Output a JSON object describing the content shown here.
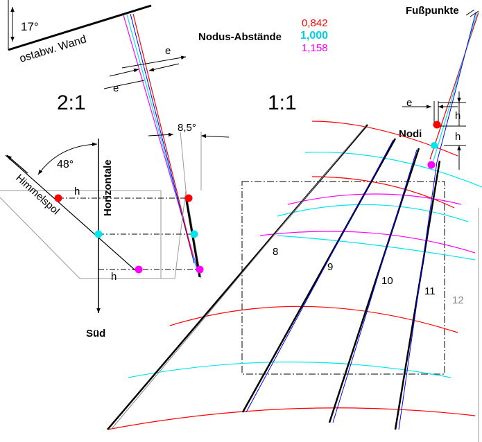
{
  "labels": {
    "wall_angle": "17°",
    "wall": "ostabw. Wand",
    "nodus_title": "Nodus-Abstände",
    "fusspunkte": "Fußpunkte",
    "scale_left": "2:1",
    "scale_right": "1:1",
    "nodi": "Nodi",
    "angle_48": "48°",
    "horizontale": "Horizontale",
    "himmelspol": "Himmelspol",
    "sued": "Süd",
    "angle_85": "8,5°",
    "e": "e",
    "h": "h",
    "hours": [
      "8",
      "9",
      "10",
      "11",
      "12"
    ]
  },
  "nodus_distances": [
    {
      "text": "0,842",
      "color": "#ff0000"
    },
    {
      "text": "1,000",
      "color": "#00d0e0"
    },
    {
      "text": "1,158",
      "color": "#ff00ff"
    }
  ],
  "colors": {
    "red": "#ff0000",
    "cyan": "#00e5ee",
    "magenta": "#ff00ff",
    "blue": "#0000ff",
    "grey": "#888888"
  }
}
